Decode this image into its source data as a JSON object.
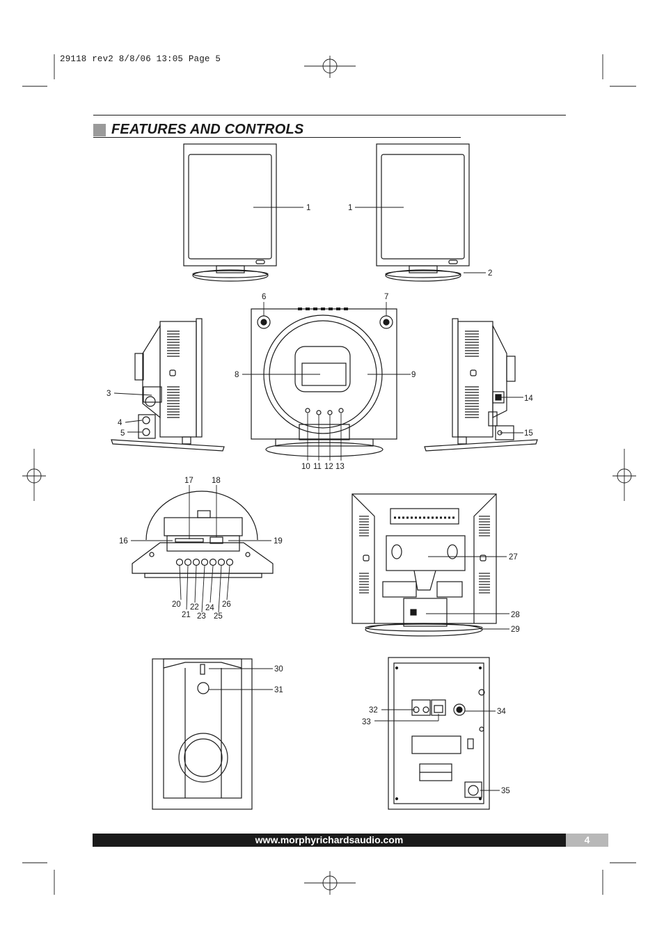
{
  "header": {
    "slug": "29118 rev2  8/8/06  13:05  Page 5"
  },
  "section": {
    "title": "FEATURES AND CONTROLS"
  },
  "footer": {
    "url": "www.morphyrichardsaudio.com",
    "page_number": "4"
  },
  "callouts": {
    "c1a": "1",
    "c1b": "1",
    "c2": "2",
    "c3": "3",
    "c4": "4",
    "c5": "5",
    "c6": "6",
    "c7": "7",
    "c8": "8",
    "c9": "9",
    "c10": "10",
    "c11": "11",
    "c12": "12",
    "c13": "13",
    "c14": "14",
    "c15": "15",
    "c16": "16",
    "c17": "17",
    "c18": "18",
    "c19": "19",
    "c20": "20",
    "c21": "21",
    "c22": "22",
    "c23": "23",
    "c24": "24",
    "c25": "25",
    "c26": "26",
    "c27": "27",
    "c28": "28",
    "c29": "29",
    "c30": "30",
    "c31": "31",
    "c32": "32",
    "c33": "33",
    "c34": "34",
    "c35": "35"
  }
}
